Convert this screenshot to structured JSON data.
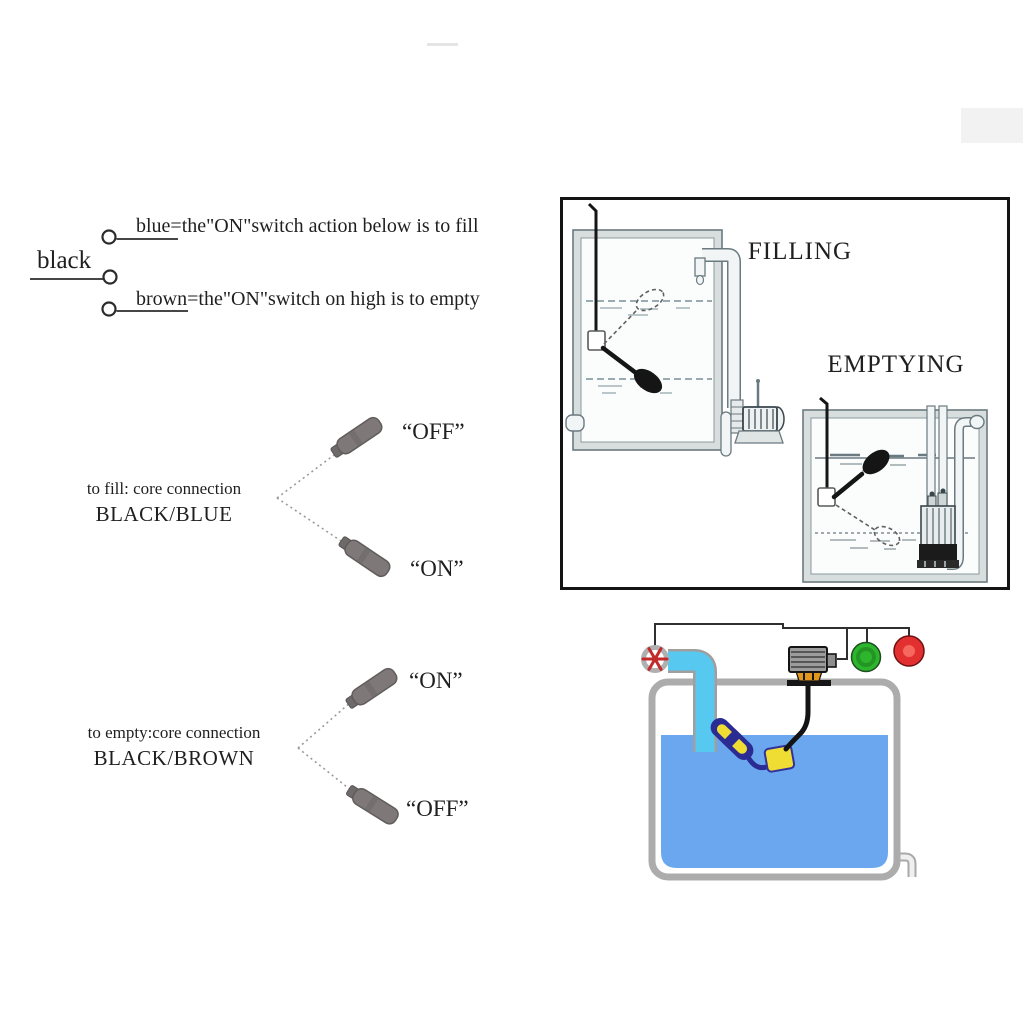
{
  "wiring": {
    "common": "black",
    "branch_top": "blue=the\"ON\"switch action below is to fill",
    "branch_bottom": "brown=the\"ON\"switch on high is to empty"
  },
  "fill_section": {
    "title_line1": "to fill: core connection",
    "title_line2": "BLACK/BLUE",
    "upper_state": "“OFF”",
    "lower_state": "“ON”"
  },
  "empty_section": {
    "title_line1": "to empty:core connection",
    "title_line2": "BLACK/BROWN",
    "upper_state": "“ON”",
    "lower_state": "“OFF”"
  },
  "operation_diagram": {
    "filling_label": "FILLING",
    "emptying_label": "EMPTYING"
  },
  "colors": {
    "water": "#6ba7ee",
    "pipe": "#57c8ef",
    "valve_red": "#c32a2a",
    "lamp_green": "#2eb52e",
    "lamp_red": "#e23030",
    "float_navy": "#2b2b94",
    "float_yellow": "#f0dd33",
    "mount_orange": "#e1971e",
    "wire": "#2f2f2f"
  }
}
